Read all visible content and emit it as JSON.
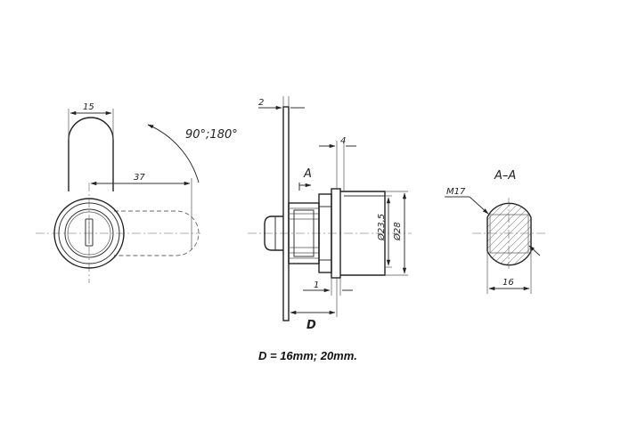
{
  "labels": {
    "width_15": "15",
    "rotation": "90°;180°",
    "cam_37": "37",
    "thickness_2": "2",
    "section_mark": "A",
    "flange_4": "4",
    "dia_23_5": "Ø23,5",
    "dia_28": "Ø28",
    "dim_1": "1",
    "dim_d": "D",
    "section_title": "A–A",
    "thread": "M17",
    "width_16": "16"
  },
  "caption": "D = 16mm; 20mm."
}
